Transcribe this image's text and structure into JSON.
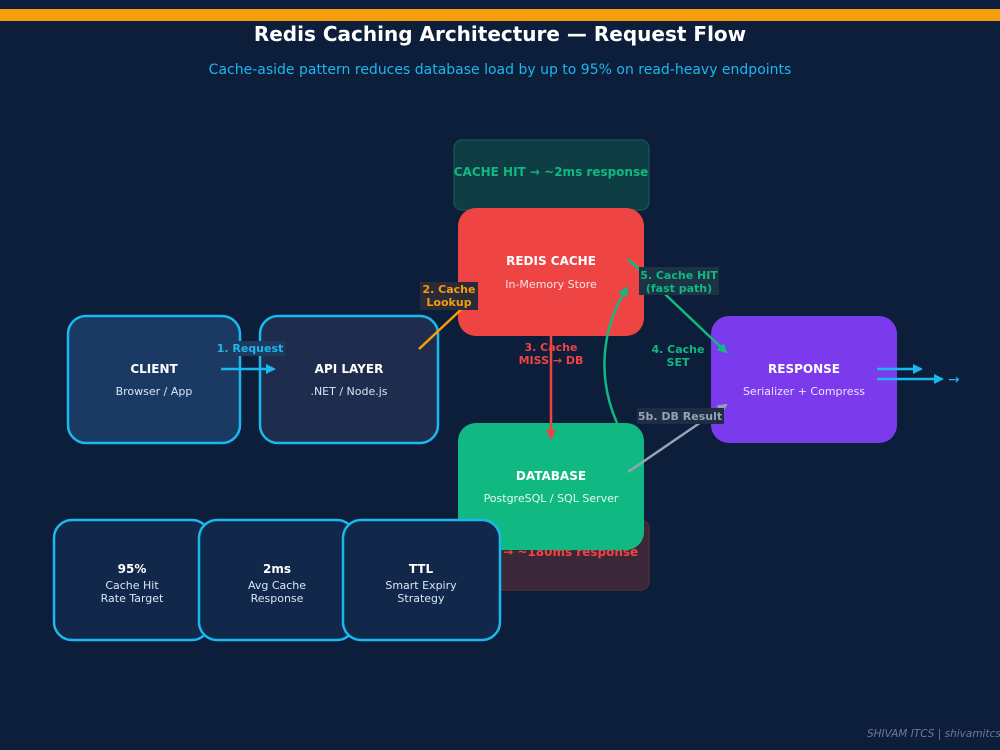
{
  "header": {
    "title": "Redis Caching Architecture — Request Flow",
    "subtitle": "Cache-aside pattern reduces database load by up to 95% on read-heavy endpoints"
  },
  "colors": {
    "background": "#0c1e3a",
    "top_bar": "#f59e0b",
    "accent_cyan": "#1ab8f0",
    "redis": "#ef4444",
    "database": "#10b981",
    "response": "#7c3aed",
    "hit_green": "#10b981",
    "lookup_orange": "#f59e0b",
    "db_result_gray": "#94a3b8"
  },
  "nodes": {
    "client": {
      "title": "CLIENT",
      "subtitle": "Browser / App"
    },
    "api": {
      "title": "API LAYER",
      "subtitle": ".NET / Node.js"
    },
    "redis": {
      "title": "REDIS CACHE",
      "subtitle": "In-Memory Store"
    },
    "database": {
      "title": "DATABASE",
      "subtitle": "PostgreSQL / SQL Server"
    },
    "response": {
      "title": "RESPONSE",
      "subtitle": "Serializer + Compress"
    }
  },
  "banners": {
    "hit": "CACHE HIT → ~2ms response",
    "miss": "MISS → ~180ms response"
  },
  "edges": {
    "request": "1. Request",
    "lookup_1": "2. Cache",
    "lookup_2": "Lookup",
    "miss_1": "3. Cache",
    "miss_2": "MISS → DB",
    "set_1": "4. Cache",
    "set_2": "SET",
    "hit_1": "5. Cache HIT",
    "hit_2": "(fast path)",
    "db_result": "5b. DB Result",
    "out_arrow": "→"
  },
  "stats": [
    {
      "value": "95%",
      "line1": "Cache Hit",
      "line2": "Rate Target"
    },
    {
      "value": "2ms",
      "line1": "Avg Cache",
      "line2": "Response"
    },
    {
      "value": "TTL",
      "line1": "Smart Expiry",
      "line2": "Strategy"
    }
  ],
  "footer": "SHIVAM ITCS  |  shivamitcs"
}
